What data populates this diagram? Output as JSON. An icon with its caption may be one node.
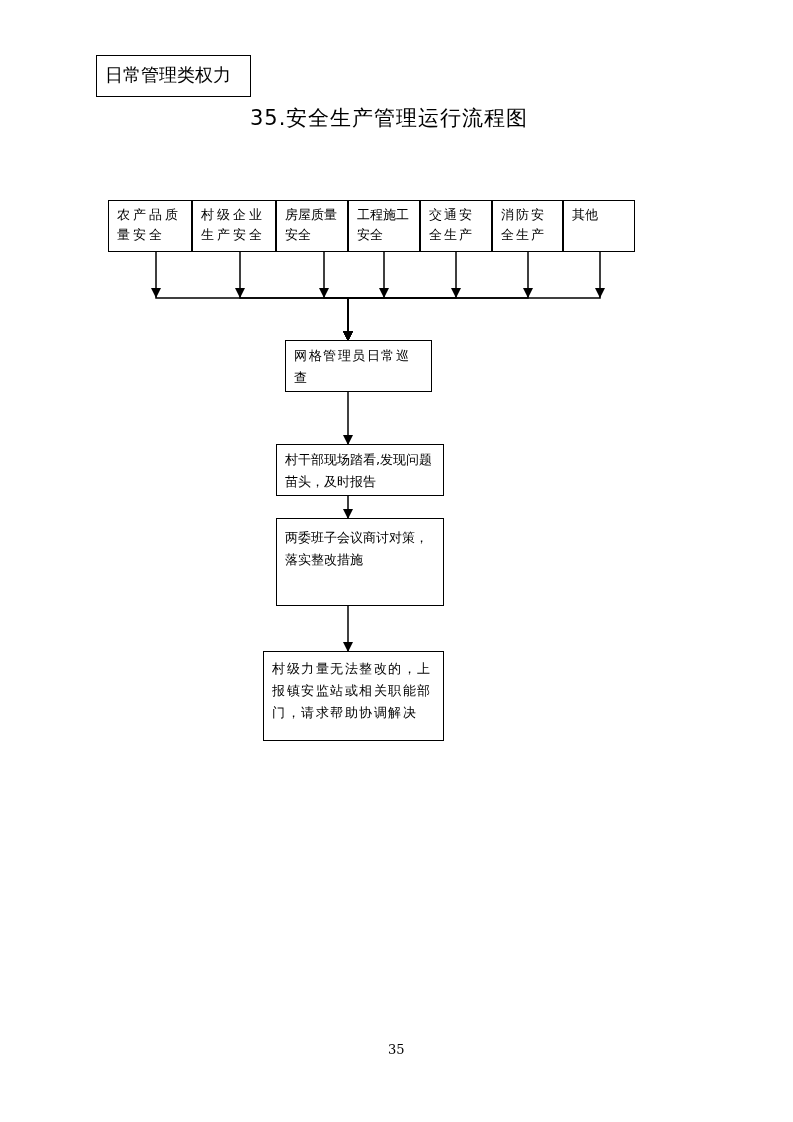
{
  "diagram": {
    "title": "35.安全生产管理运行流程图",
    "nodes": [
      {
        "text": [
          "日常管理类权力"
        ]
      },
      {
        "text": [
          "农产品质量安全"
        ]
      },
      {
        "text": [
          "村级企业生产安全"
        ]
      },
      {
        "text": [
          "房屋质量安全"
        ]
      },
      {
        "text": [
          "工程施工安全"
        ]
      },
      {
        "text": [
          "交通安全生产"
        ]
      },
      {
        "text": [
          "消防安全生产"
        ]
      },
      {
        "text": [
          "其他"
        ]
      },
      {
        "text": [
          "网格管理员日常巡查"
        ]
      },
      {
        "text": [
          "村干部现场踏看,发现问题苗头，及时报告"
        ]
      },
      {
        "text": [
          "两委班子会议商讨对策，落实整改措施"
        ]
      },
      {
        "text": [
          "村级力量无法整改的，上报镇安监站或相关职能部门，请求帮助协调解决"
        ]
      }
    ],
    "edges": [
      {
        "from": 1,
        "to": 8,
        "arrow": "to"
      },
      {
        "from": 2,
        "to": 8,
        "arrow": "to"
      },
      {
        "from": 3,
        "to": 8,
        "arrow": "to"
      },
      {
        "from": 4,
        "to": 8,
        "arrow": "to"
      },
      {
        "from": 5,
        "to": 8,
        "arrow": "to"
      },
      {
        "from": 6,
        "to": 8,
        "arrow": "to"
      },
      {
        "from": 7,
        "to": 8,
        "arrow": "to"
      },
      {
        "from": 8,
        "to": 9,
        "arrow": "to"
      },
      {
        "from": 9,
        "to": 10,
        "arrow": "to"
      },
      {
        "from": 10,
        "to": 11,
        "arrow": "to"
      }
    ],
    "labels": [
      "35"
    ]
  }
}
